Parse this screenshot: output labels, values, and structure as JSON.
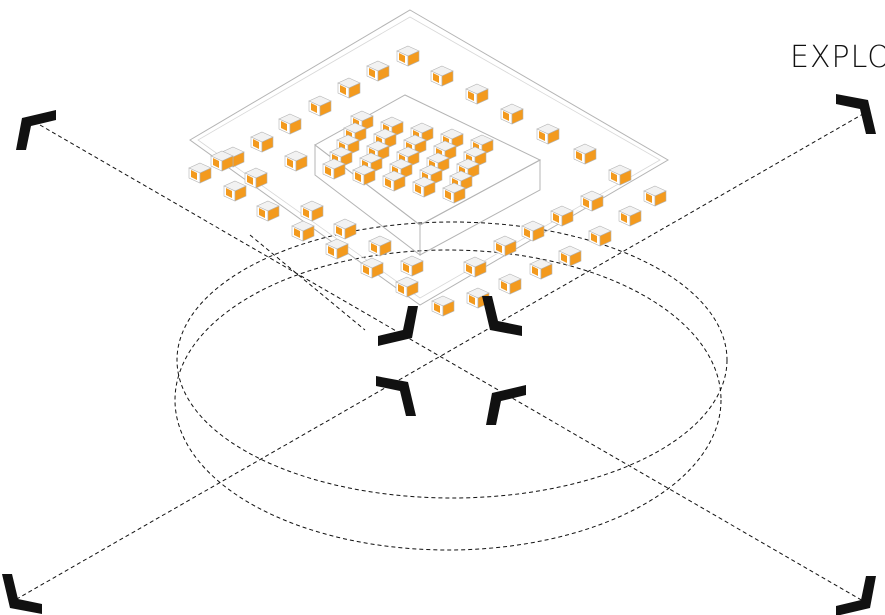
{
  "caption": "EXPLO",
  "colors": {
    "accent": "#f39a1e",
    "outline": "#b4b4b4",
    "module_face": "#f2f2f2",
    "ink": "#111111"
  },
  "icons": [
    "corner-arrow-icon",
    "dashed-guide-line",
    "ellipse-path"
  ],
  "modules": {
    "platform_ring_count": 24,
    "inner_grid": "5x5"
  }
}
